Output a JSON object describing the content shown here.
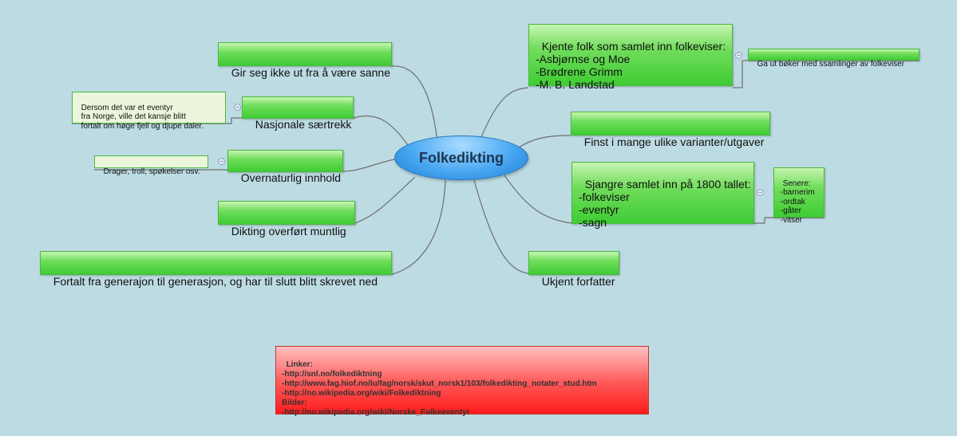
{
  "center": {
    "label": "Folkedikting"
  },
  "left_nodes": [
    {
      "label": "Gir seg ikke ut fra å være sanne"
    },
    {
      "label": "Nasjonale særtrekk"
    },
    {
      "label": "Overnaturlig innhold"
    },
    {
      "label": "Dikting overført muntlig"
    },
    {
      "label": "Fortalt fra generajon til generasjon, og har til slutt blitt skrevet ned"
    }
  ],
  "left_subnodes": [
    {
      "label": "Dersom det var et eventyr\n  fra Norge, ville det kansje blitt\n  fortalt om høge fjell og djupe daler."
    },
    {
      "label": "Drager, troll, spøkelser osv."
    }
  ],
  "right_nodes": [
    {
      "label": "Kjente folk som samlet inn folkeviser:\n-Asbjørnse og Moe\n-Brødrene Grimm\n-M. B. Landstad"
    },
    {
      "label": "Finst i mange ulike varianter/utgaver"
    },
    {
      "label": "Sjangre samlet inn på 1800 tallet:\n-folkeviser\n-eventyr\n-sagn"
    },
    {
      "label": "Ukjent forfatter"
    }
  ],
  "right_subnodes": [
    {
      "label": "Ga ut bøker med ssamlinger av folkeviser"
    },
    {
      "label": "Senere:\n -barnerim\n -ordtak\n -gåter\n -vitser"
    }
  ],
  "links_box": {
    "text": "Linker:\n-http://snl.no/folkediktning\n-http://www.fag.hiof.no/lu/fag/norsk/skut_norsk1/103/folkedikting_notater_stud.htm\n-http://no.wikipedia.org/wiki/Folkediktning\nBilder:\n-http://no.wikipedia.org/wiki/Norske_Folkeeventyr"
  },
  "colors": {
    "background": "#bcdbe3",
    "node_green": "#3fcc34",
    "center_blue": "#4aa8f2",
    "links_red": "#ff1c1c"
  }
}
